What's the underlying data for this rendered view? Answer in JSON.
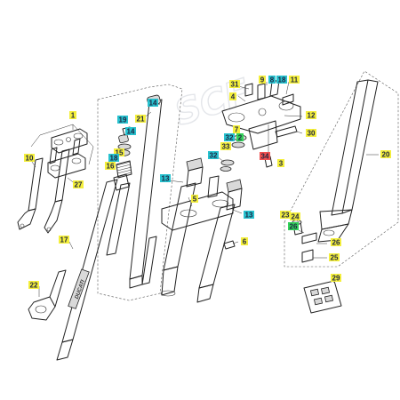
{
  "watermark": "SCF",
  "decal_text": "DUCATI",
  "colors": {
    "yellow": "#f4ef3c",
    "teal": "#27c2cf",
    "green": "#32d25a",
    "red": "#f05050",
    "label_text": "#1e2440",
    "line": "#222222"
  },
  "labels": [
    {
      "id": "1",
      "text": "1",
      "color": "yellow"
    },
    {
      "id": "10",
      "text": "10",
      "color": "yellow"
    },
    {
      "id": "27",
      "text": "27",
      "color": "yellow"
    },
    {
      "id": "17",
      "text": "17",
      "color": "yellow"
    },
    {
      "id": "22",
      "text": "22",
      "color": "yellow"
    },
    {
      "id": "19",
      "text": "19",
      "color": "teal"
    },
    {
      "id": "14a",
      "text": "14",
      "color": "teal"
    },
    {
      "id": "15",
      "text": "15",
      "color": "yellow"
    },
    {
      "id": "18",
      "text": "18",
      "color": "teal"
    },
    {
      "id": "16",
      "text": "16",
      "color": "yellow"
    },
    {
      "id": "21",
      "text": "21",
      "color": "yellow"
    },
    {
      "id": "14b",
      "text": "14",
      "color": "teal"
    },
    {
      "id": "13a",
      "text": "13",
      "color": "teal"
    },
    {
      "id": "13b",
      "text": "13",
      "color": "teal"
    },
    {
      "id": "5",
      "text": "5",
      "color": "yellow"
    },
    {
      "id": "6",
      "text": "6",
      "color": "yellow"
    },
    {
      "id": "31",
      "text": "31",
      "color": "yellow"
    },
    {
      "id": "9",
      "text": "9",
      "color": "yellow"
    },
    {
      "id": "8",
      "text": "8",
      "color": "teal"
    },
    {
      "id": "18b",
      "text": "18",
      "color": "teal"
    },
    {
      "id": "11",
      "text": "11",
      "color": "yellow"
    },
    {
      "id": "4",
      "text": "4",
      "color": "yellow"
    },
    {
      "id": "12",
      "text": "12",
      "color": "yellow"
    },
    {
      "id": "7",
      "text": "7",
      "color": "yellow"
    },
    {
      "id": "30",
      "text": "30",
      "color": "yellow"
    },
    {
      "id": "32a",
      "text": "32",
      "color": "teal"
    },
    {
      "id": "2",
      "text": "2",
      "color": "green"
    },
    {
      "id": "33",
      "text": "33",
      "color": "yellow"
    },
    {
      "id": "34",
      "text": "34",
      "color": "red"
    },
    {
      "id": "3",
      "text": "3",
      "color": "yellow"
    },
    {
      "id": "32b",
      "text": "32",
      "color": "teal"
    },
    {
      "id": "20",
      "text": "20",
      "color": "yellow"
    },
    {
      "id": "23",
      "text": "23",
      "color": "yellow"
    },
    {
      "id": "24",
      "text": "24",
      "color": "yellow"
    },
    {
      "id": "26b",
      "text": "26",
      "color": "green"
    },
    {
      "id": "26",
      "text": "26",
      "color": "yellow"
    },
    {
      "id": "25",
      "text": "25",
      "color": "yellow"
    },
    {
      "id": "29",
      "text": "29",
      "color": "yellow"
    }
  ]
}
